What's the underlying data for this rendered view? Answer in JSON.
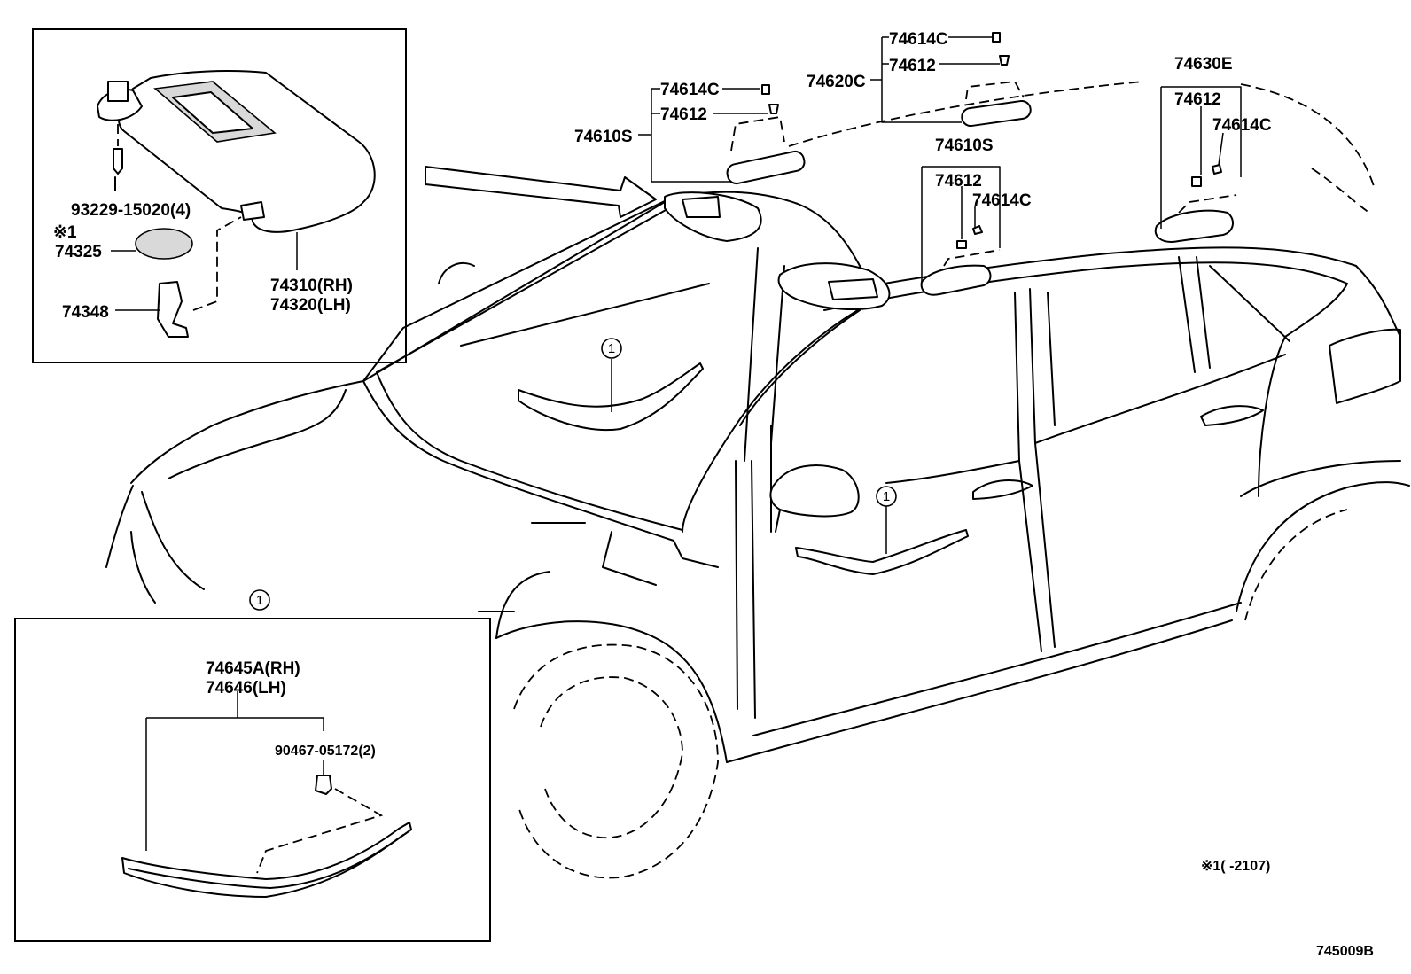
{
  "labels": {
    "p93229": "93229-15020(4)",
    "note_mark_left": "※1",
    "p74325": "74325",
    "p74348": "74348",
    "p74310": "74310(RH)",
    "p74320": "74320(LH)",
    "p74614c_a": "74614C",
    "p74612_a": "74612",
    "p74610s_a": "74610S",
    "p74614c_b": "74614C",
    "p74612_b": "74612",
    "p74620c": "74620C",
    "p74610s_b": "74610S",
    "p74612_c": "74612",
    "p74614c_c": "74614C",
    "p74630e": "74630E",
    "p74612_d": "74612",
    "p74614c_d": "74614C",
    "p74645a": "74645A(RH)",
    "p74646": "74646(LH)",
    "p90467": "90467-05172(2)",
    "callout_1": "1",
    "footnote": "※1(      -2107)",
    "diagram_id": "745009B"
  }
}
